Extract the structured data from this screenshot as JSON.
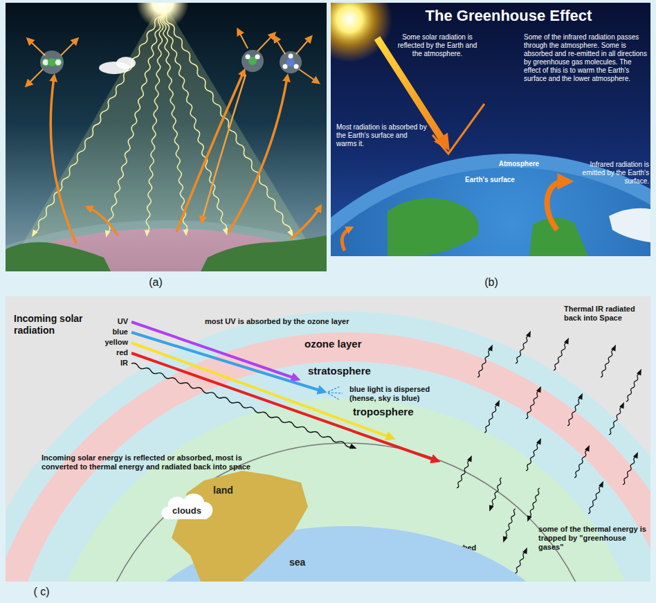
{
  "diagram": {
    "title": "The Greenhouse Effect",
    "nodes": [
      {
        "text": [
          "clouds"
        ]
      },
      {
        "text": [
          "land"
        ]
      },
      {
        "text": [
          "sea"
        ]
      }
    ],
    "labels": [
      "(a)",
      "Some solar radiation is reflected by the Earth and the atmosphere.",
      "Some of the infrared radiation passes through the atmosphere. Some is absorbed and re-emitted in all directions by greenhouse gas molecules. The effect of this is to warm the Earth's surface and the lower atmosphere.",
      "Most radiation is absorbed by the Earth's surface and warms it.",
      "Atmosphere",
      "Earth's surface",
      "Infrared radiation is emitted by the Earth's surface.",
      "(b)",
      "Incoming solar radiation",
      "UV",
      "blue",
      "yellow",
      "red",
      "IR",
      "most UV is absorbed by the ozone layer",
      "ozone layer",
      "stratosphere",
      "blue light is dispersed (hense, sky is blue)",
      "troposphere",
      "Incoming solar energy is reflected or absorbed, most is converted to thermal energy and radiated back into space",
      "red light is least absorbed (hense sunsets are red)",
      "some of the thermal energy is trapped by \"greenhouse gases\"",
      "Thermal IR radiated back into Space",
      "( c)"
    ]
  }
}
